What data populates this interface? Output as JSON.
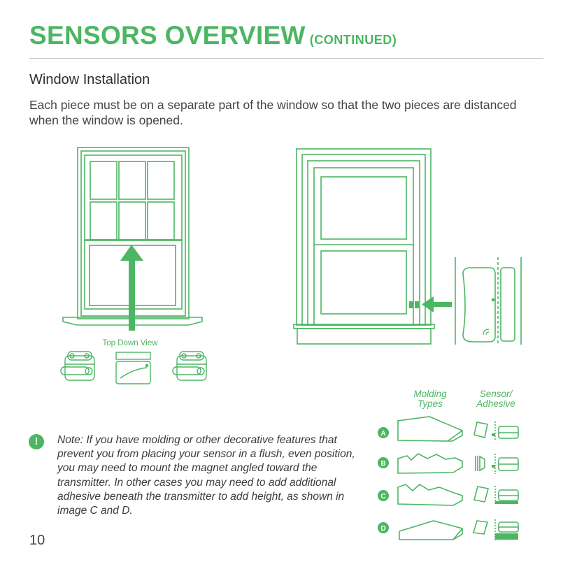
{
  "header": {
    "title": "SENSORS OVERVIEW",
    "subtitle": "(CONTINUED)"
  },
  "section": {
    "heading": "Window Installation",
    "intro": "Each piece must be on a separate part of the window so that the two pieces are distanced when the window is opened."
  },
  "figure1": {
    "caption": "Top Down View"
  },
  "figure3": {
    "column_headers": {
      "molding_line1": "Molding",
      "molding_line2": "Types",
      "sensor_line1": "Sensor/",
      "sensor_line2": "Adhesive"
    },
    "rows": [
      {
        "label": "A"
      },
      {
        "label": "B"
      },
      {
        "label": "C"
      },
      {
        "label": "D"
      }
    ]
  },
  "note": {
    "icon": "exclamation-icon",
    "text": "Note: If you have molding or other decorative features that prevent you from placing your sensor in a flush, even position, you may need to mount the magnet angled toward the transmitter. In other cases you may need to add additional adhesive beneath the transmitter to add height, as shown in image C and D."
  },
  "page_number": "10",
  "colors": {
    "accent": "#4cb663",
    "text": "#3a3a3a",
    "rule": "#c8c8c8"
  }
}
